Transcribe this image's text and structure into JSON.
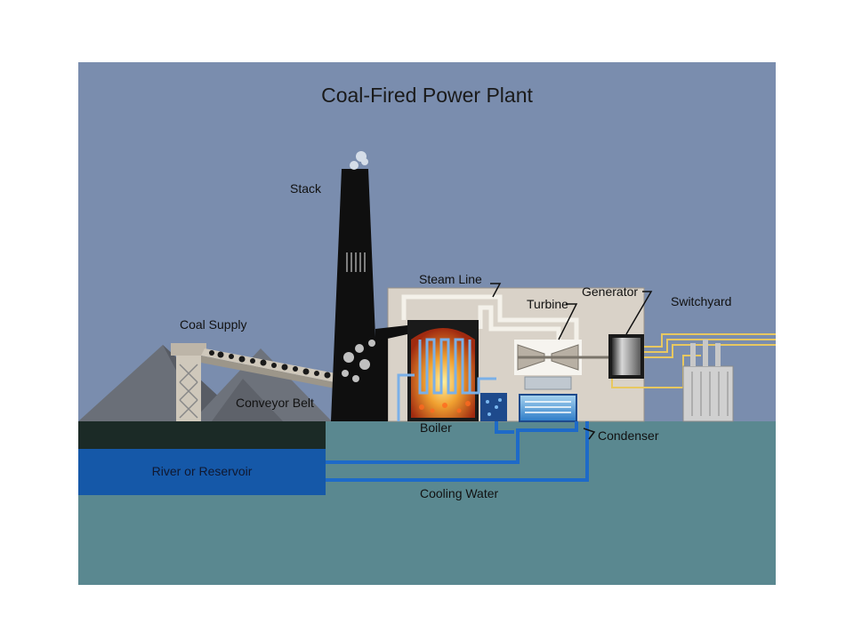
{
  "title": "Coal-Fired Power Plant",
  "labels": {
    "stack": "Stack",
    "steam_line": "Steam Line",
    "turbine": "Turbine",
    "generator": "Generator",
    "switchyard": "Switchyard",
    "coal_supply": "Coal Supply",
    "conveyor_belt": "Conveyor Belt",
    "boiler": "Boiler",
    "condenser": "Condenser",
    "river_or_reservoir": "River or Reservoir",
    "cooling_water": "Cooling Water"
  },
  "colors": {
    "sky": "#7a8dae",
    "ground": "#5a8890",
    "coal_bank": "#1b2a26",
    "river": "#1558a8",
    "building": "#d9d2c8",
    "stack": "#0f0f0f",
    "fire": "#e89a30",
    "power_lines": "#e8c860",
    "water_pipe": "#1e6ac8"
  }
}
